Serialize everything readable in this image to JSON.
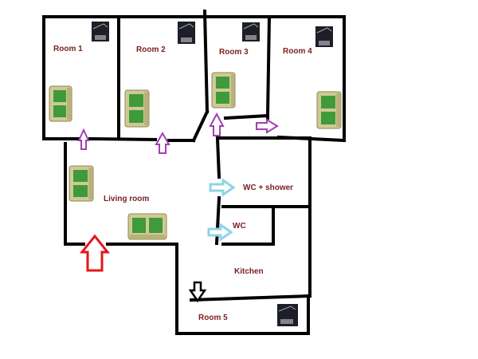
{
  "colors": {
    "wall": "#000000",
    "label": "#7a1f1f",
    "door_purple": "#a23fb3",
    "door_cyan": "#8fd3e8",
    "entrance_red": "#e3161a",
    "door_black": "#000000",
    "bed": "#1f1f2b",
    "sofa_frame": "#c9c28a",
    "sofa_seat": "#3f9a3a"
  },
  "rooms": {
    "room1": "Room 1",
    "room2": "Room 2",
    "room3": "Room 3",
    "room4": "Room 4",
    "living": "Living room",
    "wc_shower": "WC + shower",
    "wc": "WC",
    "kitchen": "Kitchen",
    "room5": "Room 5"
  },
  "icons": {
    "bed": "bed-icon",
    "sofa": "sofa-icon",
    "door_arrow": "arrow-icon"
  }
}
